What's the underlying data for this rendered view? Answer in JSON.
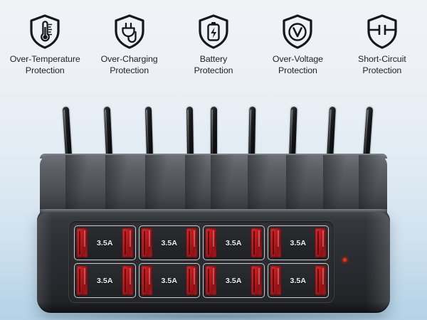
{
  "background": {
    "top_color": "#f0f2f6",
    "bottom_color": "#b4d3e6"
  },
  "features": [
    {
      "icon": "shield-thermometer-icon",
      "label": "Over-Temperature\nProtection"
    },
    {
      "icon": "shield-plug-icon",
      "label": "Over-Charging\nProtection"
    },
    {
      "icon": "shield-battery-icon",
      "label": "Battery\nProtection"
    },
    {
      "icon": "shield-voltage-icon",
      "label": "Over-Voltage\nProtection"
    },
    {
      "icon": "shield-circuit-icon",
      "label": "Short-Circuit\nProtection"
    }
  ],
  "device": {
    "name": "multi-port-usb-charging-station",
    "body_color": "#26282c",
    "deck_color": "#5d6167",
    "fin_count": 9,
    "led": {
      "name": "power-led-indicator",
      "color": "#ff2a16"
    },
    "ports": [
      {
        "amp_label": "3.5A"
      },
      {
        "amp_label": "3.5A"
      },
      {
        "amp_label": "3.5A"
      },
      {
        "amp_label": "3.5A"
      },
      {
        "amp_label": "3.5A"
      },
      {
        "amp_label": "3.5A"
      },
      {
        "amp_label": "3.5A"
      },
      {
        "amp_label": "3.5A"
      }
    ],
    "usb_connector_color": "#c0191d"
  }
}
